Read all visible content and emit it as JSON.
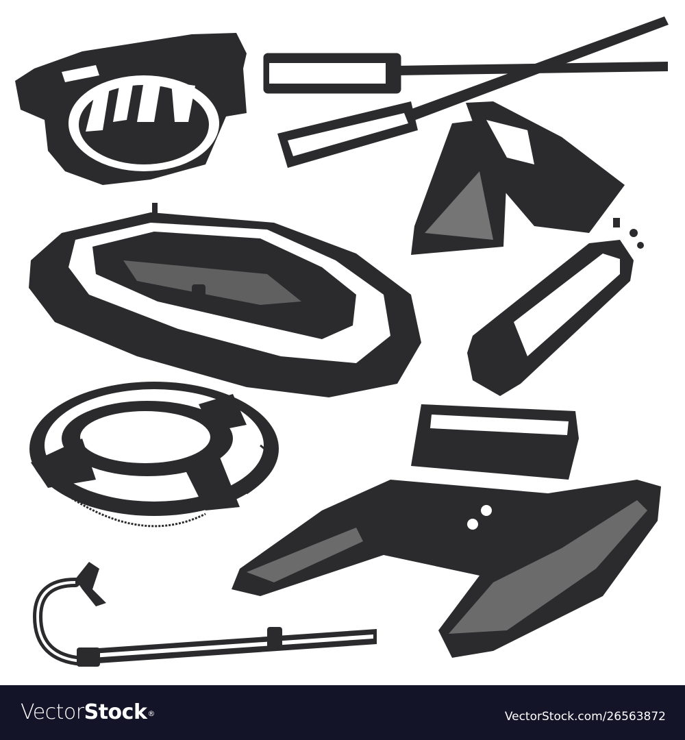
{
  "illustration": {
    "background": "#ffffff",
    "ink_color": "#2b2b2d",
    "items": [
      {
        "name": "diving-mask",
        "label": "Diving mask"
      },
      {
        "name": "paddles",
        "label": "Crossed oars"
      },
      {
        "name": "flippers",
        "label": "Swim fins"
      },
      {
        "name": "inflatable-boat",
        "label": "Inflatable boat"
      },
      {
        "name": "scuba-tank",
        "label": "Scuba tank"
      },
      {
        "name": "life-buoy",
        "label": "Life buoy"
      },
      {
        "name": "pedal-boat",
        "label": "Pedal boat"
      },
      {
        "name": "snorkel",
        "label": "Snorkel"
      }
    ]
  },
  "banner": {
    "background": "#131427",
    "logo_light": "Vector",
    "logo_bold": "Stock",
    "logo_mark": "®",
    "url": "VectorStock.com/26563872"
  }
}
